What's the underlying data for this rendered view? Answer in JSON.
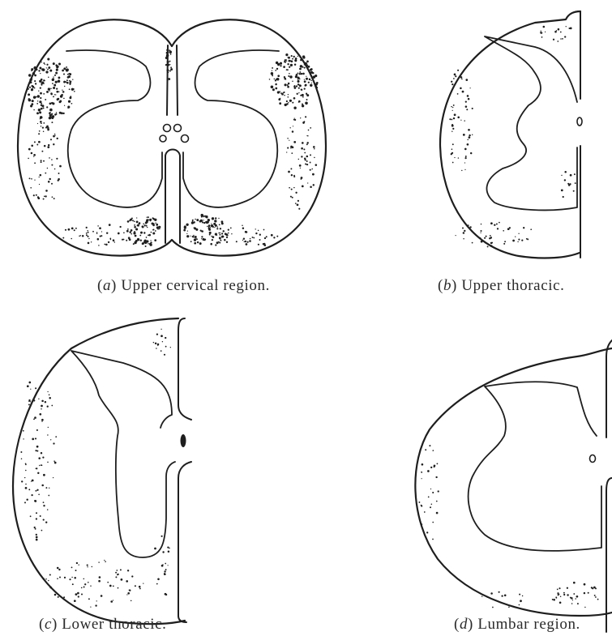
{
  "panels": [
    {
      "id": "a",
      "letter": "a",
      "caption": "Upper cervical region."
    },
    {
      "id": "b",
      "letter": "b",
      "caption": "Upper thoracic."
    },
    {
      "id": "c",
      "letter": "c",
      "caption": "Lower thoracic."
    },
    {
      "id": "d",
      "letter": "d",
      "caption": "Lumbar region."
    }
  ],
  "colors": {
    "ink": "#1e1e1e",
    "paper": "#ffffff"
  }
}
